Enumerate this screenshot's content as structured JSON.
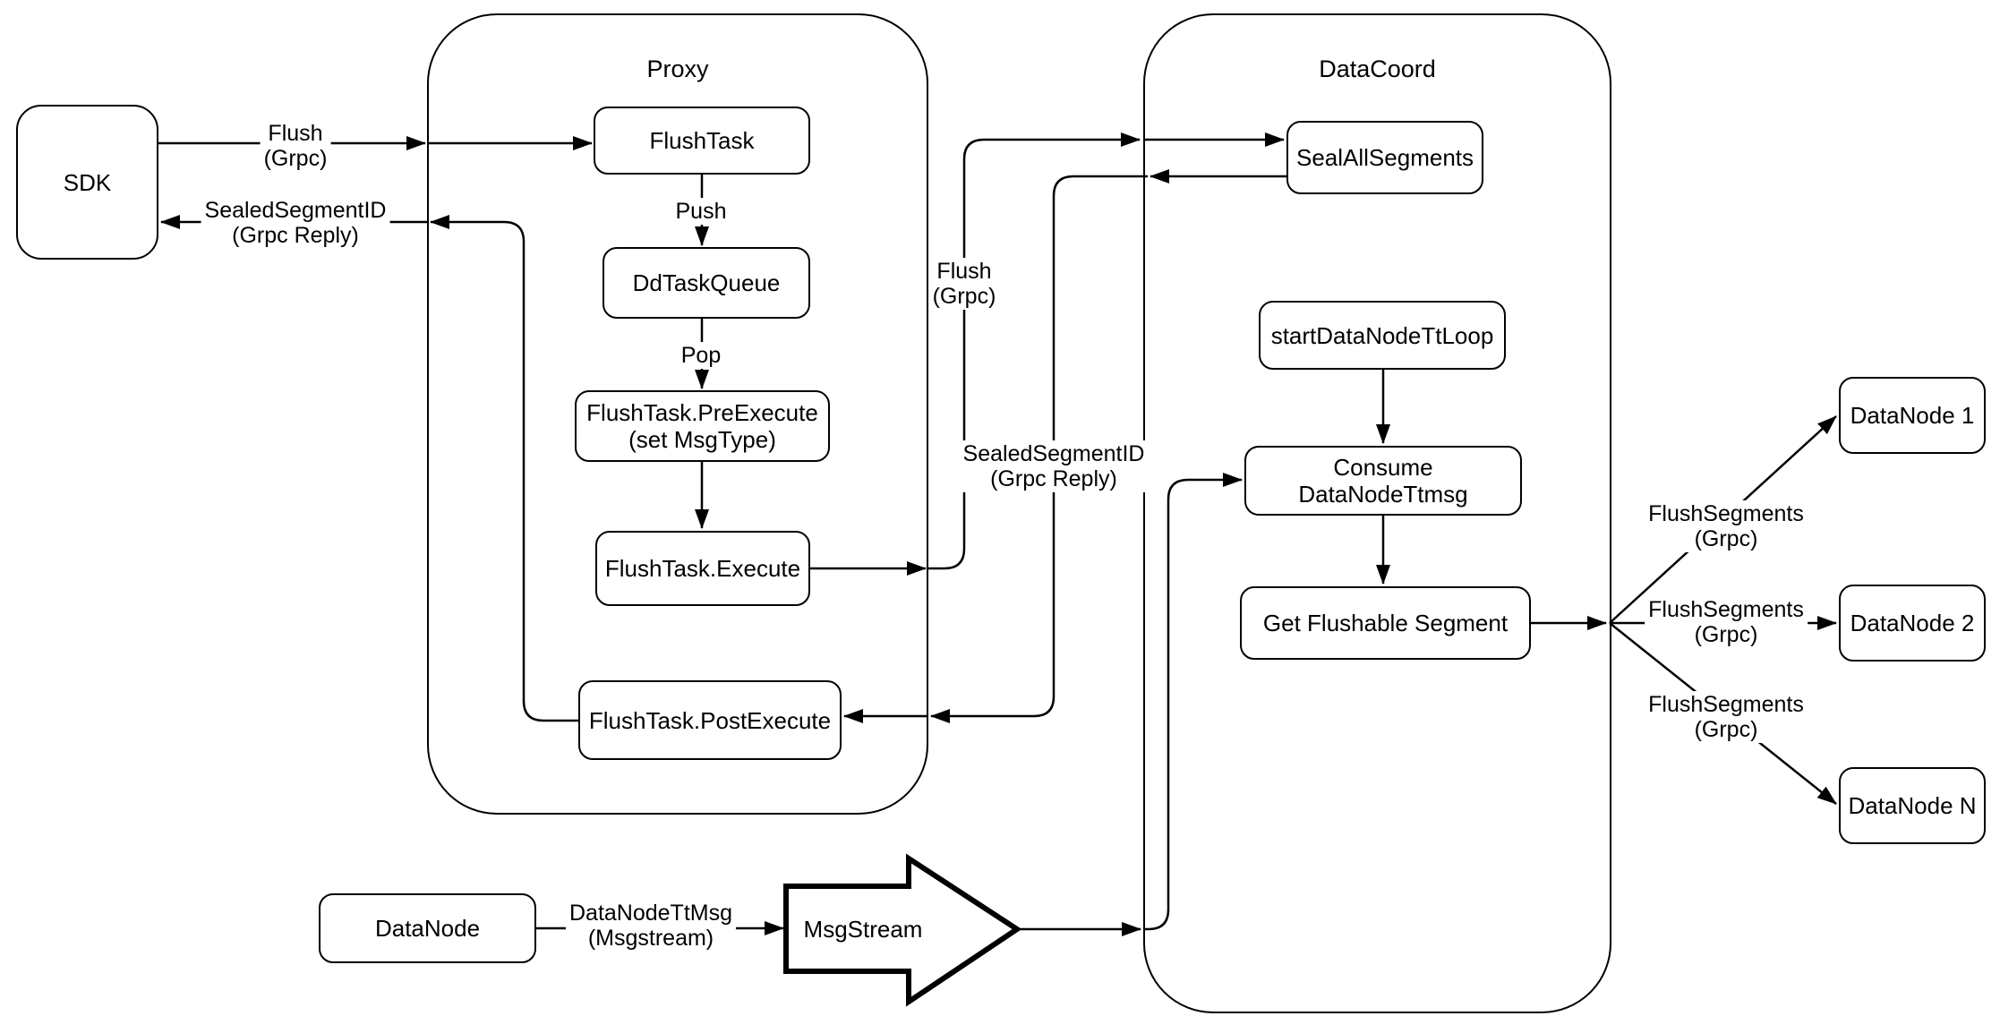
{
  "containers": {
    "proxy": {
      "title": "Proxy"
    },
    "datacoord": {
      "title": "DataCoord"
    }
  },
  "nodes": {
    "sdk": {
      "label": "SDK"
    },
    "flush_task": {
      "label": "FlushTask"
    },
    "dd_task_queue": {
      "label": "DdTaskQueue"
    },
    "pre_execute": {
      "line1": "FlushTask.PreExecute",
      "line2": "(set MsgType)"
    },
    "execute": {
      "label": "FlushTask.Execute"
    },
    "post_execute": {
      "label": "FlushTask.PostExecute"
    },
    "seal_all_segments": {
      "label": "SealAllSegments"
    },
    "start_datanode_tt_loop": {
      "label": "startDataNodeTtLoop"
    },
    "consume_datanode_ttmsg": {
      "label": "Consume DataNodeTtmsg"
    },
    "get_flushable_segment": {
      "label": "Get Flushable Segment"
    },
    "datanode_1": {
      "label": "DataNode 1"
    },
    "datanode_2": {
      "label": "DataNode 2"
    },
    "datanode_n": {
      "label": "DataNode N"
    },
    "datanode": {
      "label": "DataNode"
    },
    "msgstream": {
      "label": "MsgStream"
    }
  },
  "edge_labels": {
    "flush_grpc": {
      "line1": "Flush",
      "line2": "(Grpc)"
    },
    "sealed_segment_id": {
      "line1": "SealedSegmentID",
      "line2": "(Grpc Reply)"
    },
    "push": {
      "label": "Push"
    },
    "pop": {
      "label": "Pop"
    },
    "flush_segments": {
      "line1": "FlushSegments",
      "line2": "(Grpc)"
    },
    "datanode_tt_msg": {
      "line1": "DataNodeTtMsg",
      "line2": "(Msgstream)"
    }
  },
  "colors": {
    "stroke": "#000000",
    "background": "#ffffff"
  }
}
